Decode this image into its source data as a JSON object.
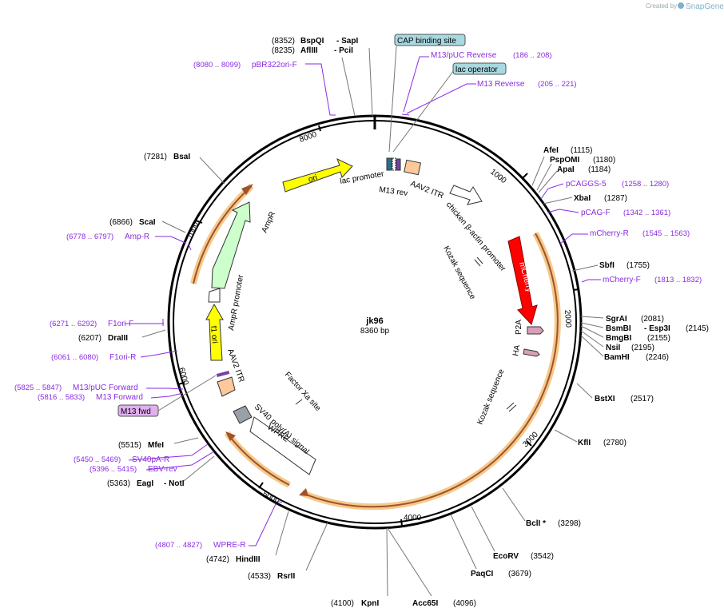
{
  "credit": {
    "prefix": "Created by",
    "brand": "SnapGene"
  },
  "plasmid": {
    "name": "jk96",
    "length": "8360 bp"
  },
  "ticks": [
    "1000",
    "2000",
    "3000",
    "4000",
    "5000",
    "6000",
    "7000",
    "8000"
  ],
  "sites": {
    "bspqi": {
      "pos": "(8352)",
      "name": "BspQI",
      "alt": "- SapI"
    },
    "aflIII": {
      "pos": "(8235)",
      "name": "AflIII",
      "alt": "- PciI"
    },
    "afeI": {
      "name": "AfeI",
      "pos": "(1115)"
    },
    "pspomi": {
      "name": "PspOMI",
      "pos": "(1180)"
    },
    "apaI": {
      "name": "ApaI",
      "pos": "(1184)"
    },
    "xbaI": {
      "name": "XbaI",
      "pos": "(1287)"
    },
    "sbfI": {
      "name": "SbfI",
      "pos": "(1755)"
    },
    "sgrAI": {
      "name": "SgrAI",
      "pos": "(2081)"
    },
    "bsmbi": {
      "name": "BsmBI",
      "alt": "- Esp3I",
      "pos": "(2145)"
    },
    "bmgbi": {
      "name": "BmgBI",
      "pos": "(2155)"
    },
    "nsiI": {
      "name": "NsiI",
      "pos": "(2195)"
    },
    "bamhI": {
      "name": "BamHI",
      "pos": "(2246)"
    },
    "bstxi": {
      "name": "BstXI",
      "pos": "(2517)"
    },
    "kflI": {
      "name": "KflI",
      "pos": "(2780)"
    },
    "bclI": {
      "name": "BclI *",
      "pos": "(3298)"
    },
    "ecorv": {
      "name": "EcoRV",
      "pos": "(3542)"
    },
    "paqci": {
      "name": "PaqCI",
      "pos": "(3679)"
    },
    "acc65I": {
      "name": "Acc65I",
      "pos": "(4096)"
    },
    "kpnI": {
      "pos": "(4100)",
      "name": "KpnI"
    },
    "rsrII": {
      "pos": "(4533)",
      "name": "RsrII"
    },
    "hindIII": {
      "pos": "(4742)",
      "name": "HindIII"
    },
    "eagI": {
      "pos": "(5363)",
      "name": "EagI",
      "alt": "- NotI"
    },
    "mfeI": {
      "pos": "(5515)",
      "name": "MfeI"
    },
    "draIII": {
      "pos": "(6207)",
      "name": "DraIII"
    },
    "scaI": {
      "pos": "(6866)",
      "name": "ScaI"
    },
    "bsaI": {
      "pos": "(7281)",
      "name": "BsaI"
    }
  },
  "primers": {
    "pbr322": {
      "pos": "(8080 .. 8099)",
      "name": "pBR322ori-F"
    },
    "m13puc_rev": {
      "name": "M13/pUC Reverse",
      "pos": "(186 .. 208)"
    },
    "m13_rev": {
      "name": "M13 Reverse",
      "pos": "(205 .. 221)"
    },
    "pcaggs5": {
      "name": "pCAGGS-5",
      "pos": "(1258 .. 1280)"
    },
    "pcagf": {
      "name": "pCAG-F",
      "pos": "(1342 .. 1361)"
    },
    "mcherry_r": {
      "name": "mCherry-R",
      "pos": "(1545 .. 1563)"
    },
    "mcherry_f": {
      "name": "mCherry-F",
      "pos": "(1813 .. 1832)"
    },
    "wpre_r": {
      "pos": "(4807 .. 4827)",
      "name": "WPRE-R"
    },
    "sv40pa_r": {
      "pos": "(5450 .. 5469)",
      "name": "SV40pA-R"
    },
    "ebv_rev": {
      "pos": "(5396 .. 5415)",
      "name": "EBV-rev"
    },
    "m13puc_fwd": {
      "pos": "(5825 .. 5847)",
      "name": "M13/pUC Forward"
    },
    "m13_fwd": {
      "pos": "(5816 .. 5833)",
      "name": "M13 Forward"
    },
    "f1ori_f": {
      "pos": "(6271 .. 6292)",
      "name": "F1ori-F"
    },
    "f1ori_r": {
      "pos": "(6061 .. 6080)",
      "name": "F1ori-R"
    },
    "amp_r": {
      "pos": "(6778 .. 6797)",
      "name": "Amp-R"
    }
  },
  "boxes": {
    "cap": "CAP binding site",
    "lac": "lac operator",
    "m13fwd": "M13 fwd"
  },
  "features": {
    "ori": "ori",
    "lac_promoter": "lac promoter",
    "m13_rev": "M13 rev",
    "aav2_itr_top": "AAV2 ITR",
    "cba": "chicken β-actin promoter",
    "kozak1": "Kozak sequence",
    "mcherry": "mCherry",
    "p2a": "P2A",
    "ha": "HA",
    "kozak2": "Kozak sequence",
    "factor_xa": "Factor Xa site",
    "sv40pa": "SV40 poly(A) signal",
    "wpre": "WPRE",
    "aav2_itr_bottom": "AAV2 ITR",
    "f1ori": "f1 ori",
    "amp_promoter": "AmpR promoter",
    "ampr": "AmpR"
  },
  "colors": {
    "backbone": "#000000",
    "orf_highlight": "#f5c98a",
    "orf_line": "#a0522d",
    "primer": "#8a2be2",
    "ori": "#ffff00",
    "ampr": "#ccffcc",
    "mcherry": "#ff0000",
    "itr": "#ffc89a",
    "cap_box": "#a8d8e0",
    "m13_box": "#e0b0f0"
  }
}
